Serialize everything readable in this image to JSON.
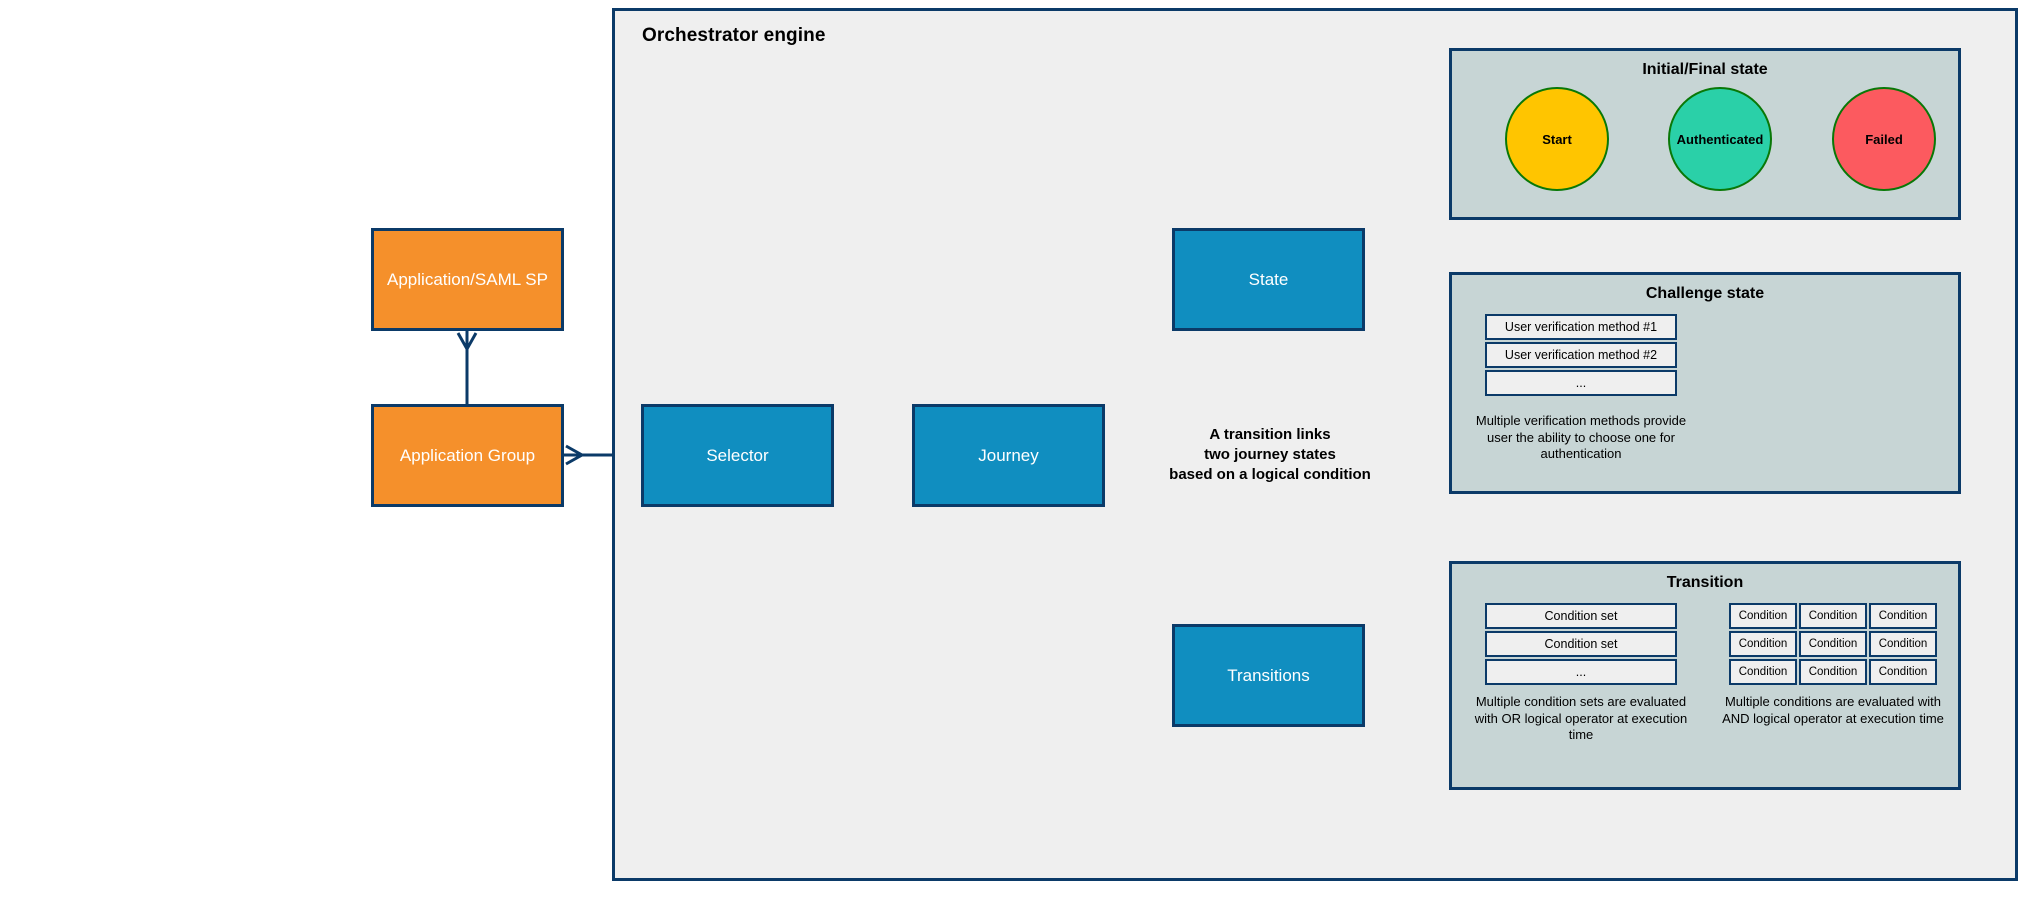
{
  "diagram": {
    "container_title": "Orchestrator engine",
    "center_note": [
      "A transition links",
      "two journey states",
      "based on a logical condition"
    ]
  },
  "entities": {
    "app_saml_sp": "Application/SAML SP",
    "application_group": "Application Group",
    "selector": "Selector",
    "journey": "Journey",
    "state": "State",
    "transitions": "Transitions"
  },
  "panels": {
    "initial_final": {
      "title": "Initial/Final state",
      "circles": [
        {
          "label": "Start",
          "color": "#FFC500"
        },
        {
          "label": "Authenticated",
          "color": "#2AD0A8"
        },
        {
          "label": "Failed",
          "color": "#FC5A5F"
        }
      ]
    },
    "challenge": {
      "title": "Challenge state",
      "items": [
        "User verification method #1",
        "User verification method #2",
        "..."
      ],
      "caption": "Multiple verification methods provide user the ability to choose one for authentication"
    },
    "transition": {
      "title": "Transition",
      "condition_sets": [
        "Condition set",
        "Condition set",
        "..."
      ],
      "condition_sets_caption": "Multiple condition sets are evaluated with OR logical operator at execution time",
      "conditions_grid": [
        [
          "Condition",
          "Condition",
          "Condition"
        ],
        [
          "Condition",
          "Condition",
          "Condition"
        ],
        [
          "Condition",
          "Condition",
          "Condition"
        ]
      ],
      "conditions_caption": "Multiple conditions are evaluated with AND logical operator at execution time"
    }
  },
  "colors": {
    "entity_orange": "#F5902B",
    "entity_blue": "#108EC0",
    "stroke_navy": "#0B3A68",
    "panel_bg": "#C7D5D5",
    "container_bg": "#EFEFEF",
    "circle_border_green": "#097807"
  }
}
